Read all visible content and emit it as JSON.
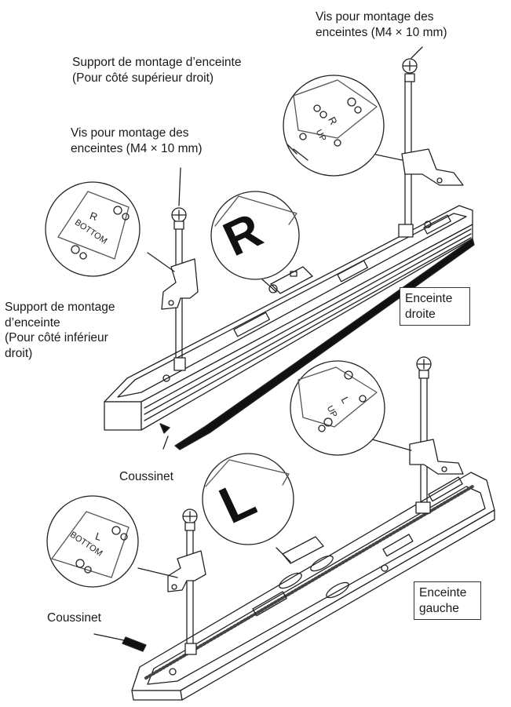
{
  "labels": {
    "screw_top_right": "Vis pour montage des\nenceintes (M4 × 10 mm)",
    "bracket_top_right": "Support de montage d’enceinte\n(Pour côté supérieur droit)",
    "screw_left": "Vis pour montage des\nenceintes (M4 × 10 mm)",
    "bracket_bottom_right": "Support de montage\nd’enceinte\n(Pour côté inférieur\ndroit)",
    "right_speaker": "Enceinte\ndroite",
    "left_speaker": "Enceinte\ngauche",
    "cushion_upper": "Coussinet",
    "cushion_lower": "Coussinet"
  },
  "callouts": {
    "big_r": "R",
    "big_l": "L",
    "r_up": {
      "letter": "R",
      "word": "UP"
    },
    "r_bottom": {
      "letter": "R",
      "word": "BOTTOM"
    },
    "l_up": {
      "letter": "L",
      "word": "UP"
    },
    "l_bottom": {
      "letter": "L",
      "word": "BOTTOM"
    }
  }
}
